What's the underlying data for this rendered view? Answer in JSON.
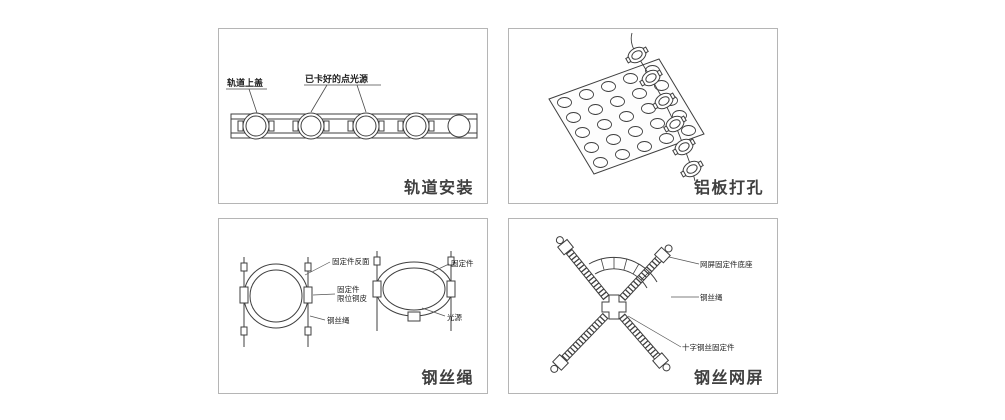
{
  "page": {
    "background": "#ffffff",
    "panel_border_color": "#b5b5b5",
    "line_color": "#3f3f3f",
    "title_color": "#404040"
  },
  "panels": [
    {
      "id": "track-installation",
      "title": "轨道安装",
      "labels": [
        {
          "text": "轨道上盖"
        },
        {
          "text": "已卡好的点光源"
        }
      ]
    },
    {
      "id": "aluminum-plate-drilling",
      "title": "铝板打孔",
      "labels": []
    },
    {
      "id": "steel-wire-rope",
      "title": "钢丝绳",
      "labels": [
        {
          "text": "固定件反面"
        },
        {
          "text": "固定件"
        },
        {
          "text": "固定件"
        },
        {
          "text": "限位铜皮"
        },
        {
          "text": "钢丝绳"
        },
        {
          "text": "光源"
        }
      ]
    },
    {
      "id": "steel-wire-mesh-screen",
      "title": "钢丝网屏",
      "labels": [
        {
          "text": "网屏固定件底座"
        },
        {
          "text": "钢丝绳"
        },
        {
          "text": "十字钢丝固定件"
        }
      ]
    }
  ]
}
